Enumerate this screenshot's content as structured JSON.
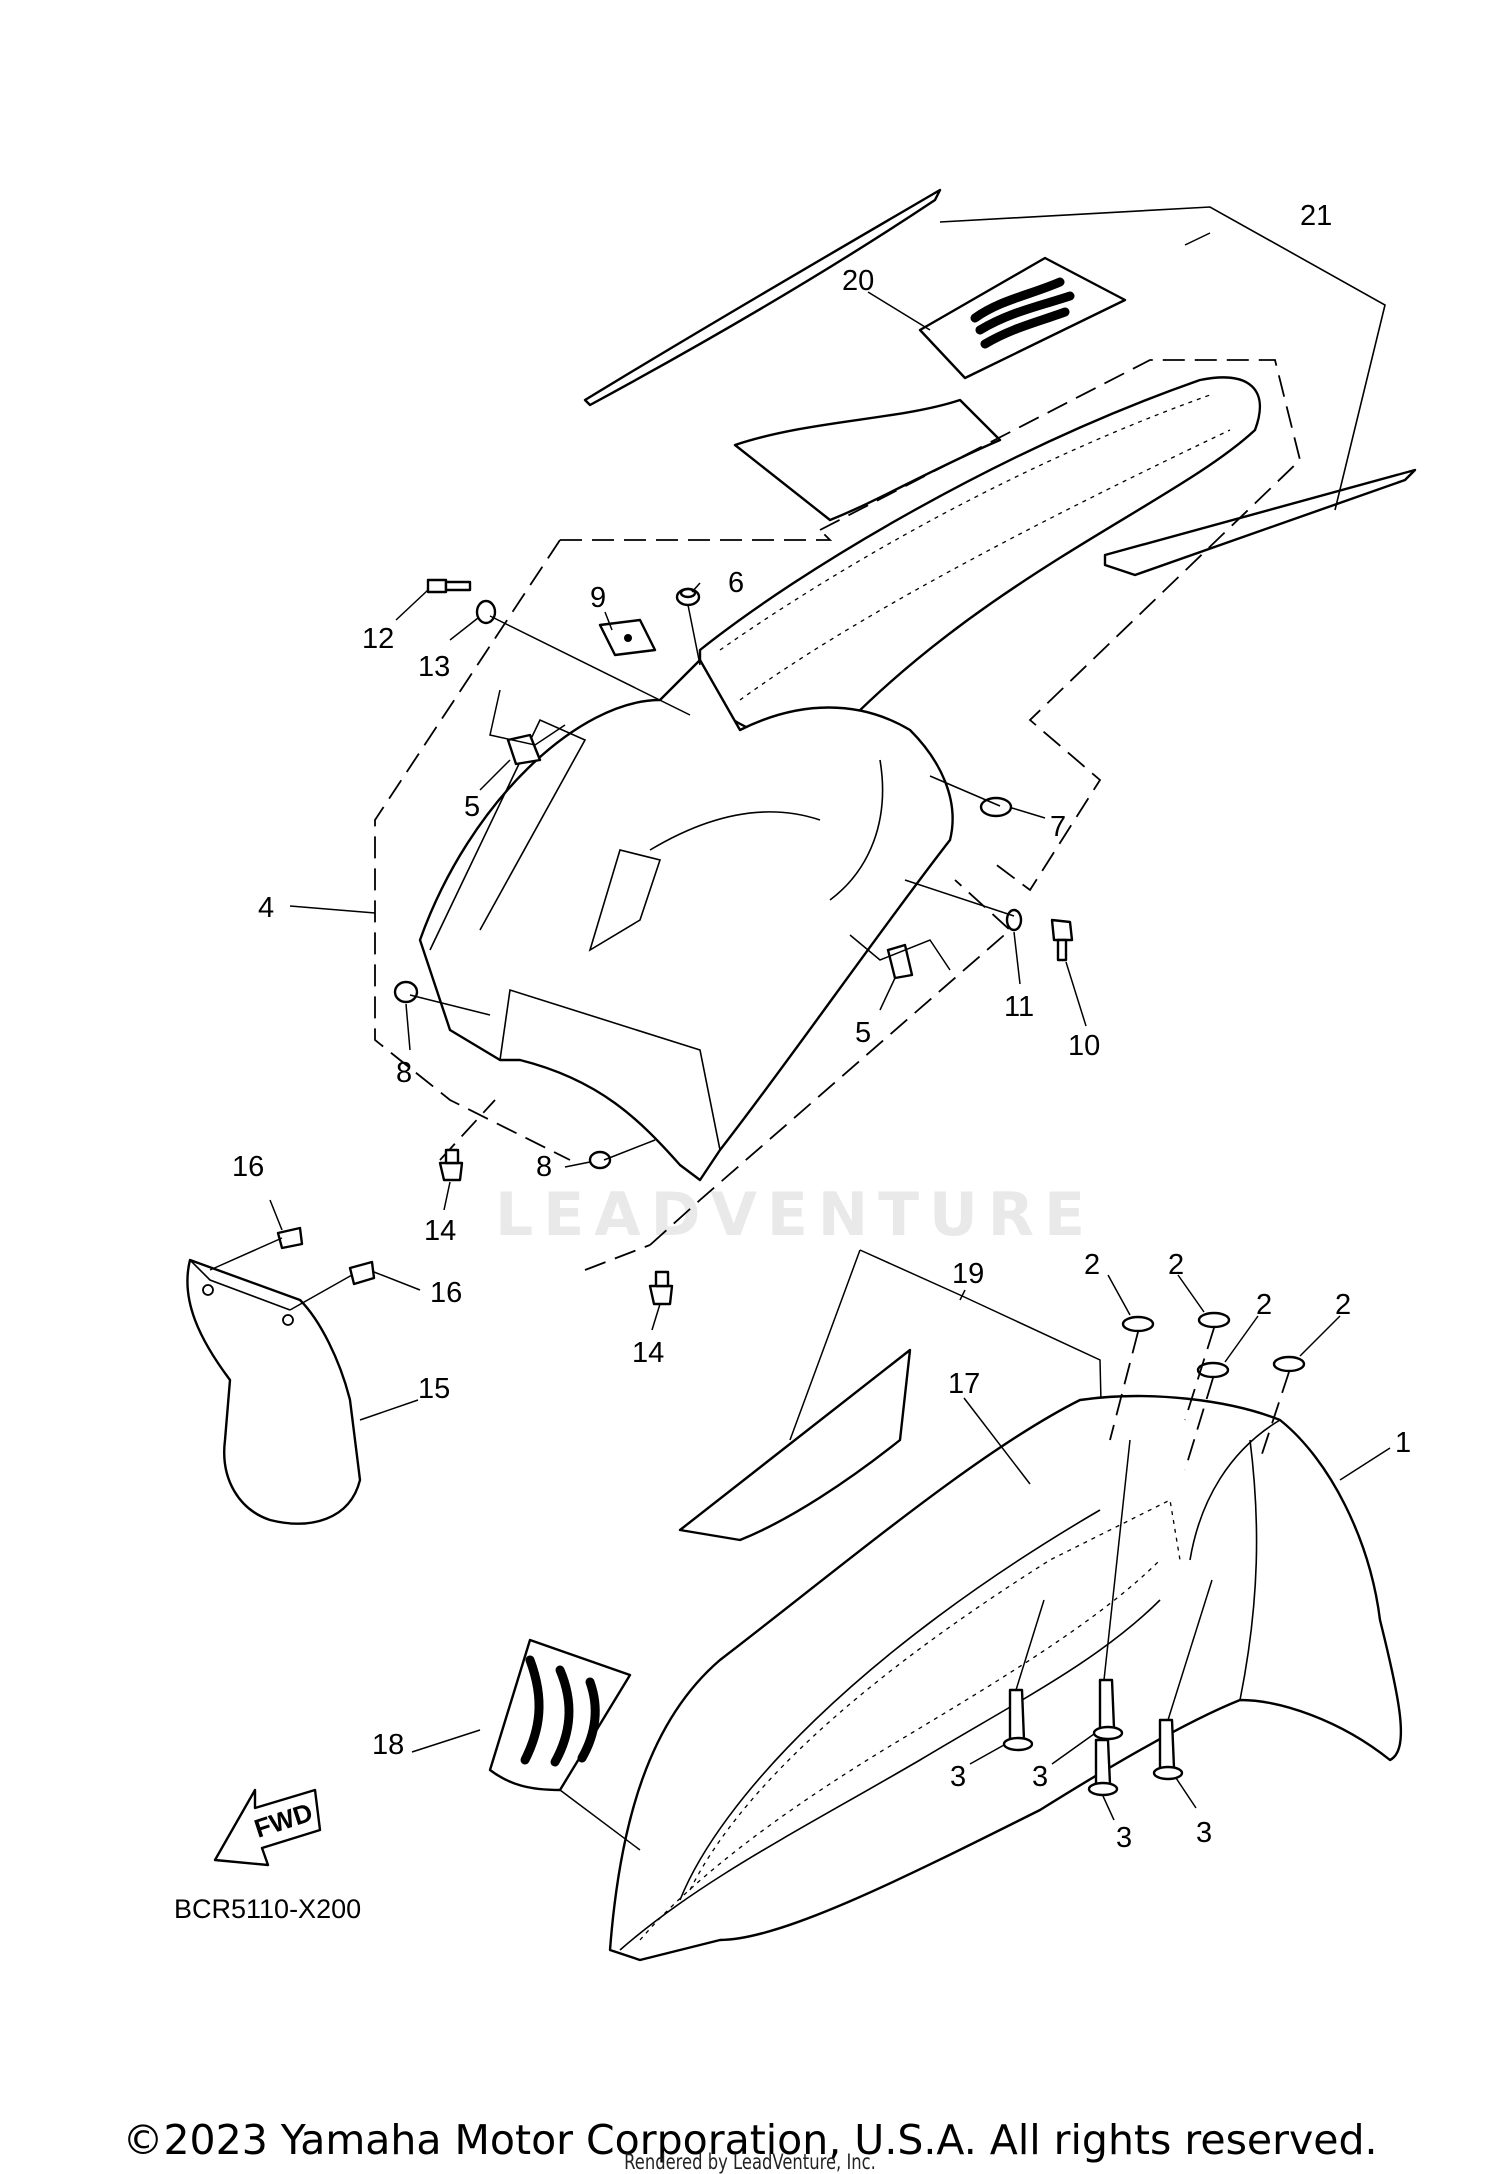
{
  "diagram": {
    "callouts": {
      "c1": "1",
      "c2a": "2",
      "c2b": "2",
      "c2c": "2",
      "c2d": "2",
      "c3a": "3",
      "c3b": "3",
      "c3c": "3",
      "c3d": "3",
      "c4": "4",
      "c5a": "5",
      "c5b": "5",
      "c6": "6",
      "c7": "7",
      "c8a": "8",
      "c8b": "8",
      "c9": "9",
      "c10": "10",
      "c11": "11",
      "c12": "12",
      "c13": "13",
      "c14a": "14",
      "c14b": "14",
      "c15": "15",
      "c16a": "16",
      "c16b": "16",
      "c17": "17",
      "c18": "18",
      "c19": "19",
      "c20": "20",
      "c21": "21"
    },
    "diagram_code": "BCR5110-X200",
    "direction_label": "FWD",
    "watermark": "LEADVENTURE"
  },
  "footer": {
    "copyright": "©2023 Yamaha Motor Corporation, U.S.A. All rights reserved.",
    "rendered_by": "Rendered by LeadVenture, Inc."
  }
}
